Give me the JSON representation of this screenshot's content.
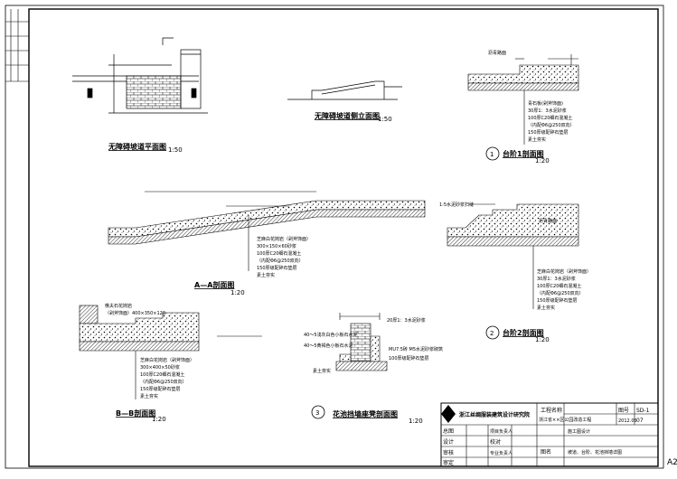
{
  "sheet": {
    "page_code": "A2",
    "views": {
      "ramp_plan_title": "无障碍坡道平面图",
      "ramp_plan_scale": "1:50",
      "ramp_elev_title": "无障碍坡道侧立面图",
      "ramp_elev_scale": "1:50",
      "step1_num": "1",
      "step1_title": "台阶1剖面图",
      "step1_scale": "1:20",
      "aa_title": "A—A剖面图",
      "aa_scale": "1:20",
      "step2_num": "2",
      "step2_title": "台阶2剖面图",
      "step2_scale": "1:20",
      "bb_title": "B—B剖面图",
      "bb_scale": "1:20",
      "planter_num": "3",
      "planter_title": "花池挡墙座凳剖面图",
      "planter_scale": "1:20"
    },
    "notes": {
      "step1": [
        "沥青路面",
        "青石板(剁斧饰面)",
        "30厚1：3水泥砂浆",
        "100厚C20细石混凝土",
        "（内配Φ6@250双向）",
        "150厚级配碎石垫层",
        "素土夯实"
      ],
      "step2": [
        "1:5水泥砂浆扫缝",
        "沥青路面",
        "芝麻白花岗岩（剁斧饰面）",
        "30厚1：3水泥砂浆",
        "100厚C20细石混凝土",
        "（内配Φ6@250双向）",
        "150厚级配碎石垫层",
        "素土夯实"
      ],
      "aa": [
        "芝麻白花岗岩（剁斧饰面）",
        "300×150×60砂浆",
        "100厚C20细石混凝土",
        "（内配Φ6@250双向）",
        "150厚级配碎石垫层",
        "素土夯实"
      ],
      "bb_top": [
        "樵夫石花岗岩",
        "（剁斧饰面）400×350×120"
      ],
      "bb": [
        "芝麻白花岗岩（剁斧饰面）",
        "300×400×50砂浆",
        "100厚C20细石混凝土",
        "（内配Φ6@250双向）",
        "150厚级配碎石垫层",
        "素土夯实"
      ],
      "planter": [
        "20厚1：3水泥砂浆",
        "40～5浅灰白色小板石水泥",
        "40～5黄褐色小板石水泥",
        "MU7.5砖 M5水泥砂浆砌筑",
        "100厚级配碎石垫层",
        "素土夯实"
      ]
    },
    "title_block": {
      "company": "浙江丝绸服装建筑设计研究院",
      "labels": [
        "工程名称",
        "图号",
        "总图",
        "项目负责人",
        "设计",
        "校对",
        "审核",
        "专业负责人",
        "审定",
        "图名"
      ],
      "project": "浙江省××区公园改造工程",
      "design_stage": "施工图设计",
      "drawing_name": "坡道、台阶、花池挡墙详图",
      "sheet_no": "SD-1",
      "sheet_index": "07",
      "date": "2012.05"
    }
  }
}
